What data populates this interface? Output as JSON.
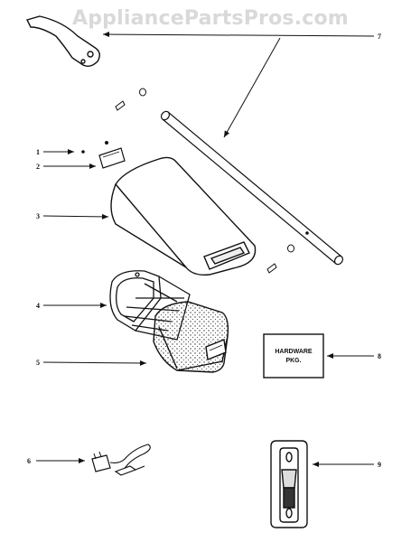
{
  "watermark": "AppliancePartsPros.com",
  "callouts": [
    "1",
    "2",
    "3",
    "4",
    "5",
    "6",
    "7",
    "8",
    "9"
  ],
  "hardware_box": {
    "line1": "HARDWARE",
    "line2": "PKG."
  },
  "colors": {
    "ink": "#111111",
    "watermark": "#d9d9d9",
    "background": "#ffffff"
  }
}
